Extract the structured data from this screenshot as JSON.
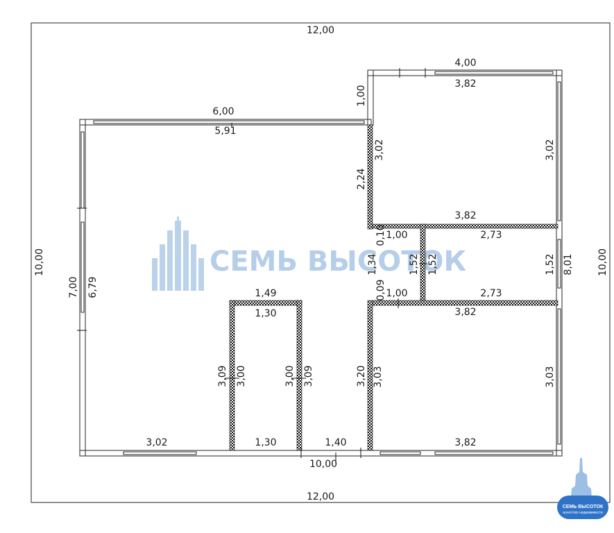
{
  "watermark": {
    "text": "СЕМЬ ВЫСОТОК",
    "color": "#7aa7d8"
  },
  "badge": {
    "text": "СЕМЬ ВЫСОТОК",
    "subtext": "агентство недвижимости",
    "color": "#2f73c8"
  },
  "dimensions": {
    "frame_top": "12,00",
    "frame_bottom": "12,00",
    "frame_left": "10,00",
    "frame_right": "10,00",
    "house_bottom": "10,00",
    "main_top_outer": "6,00",
    "main_top_inner": "5,91",
    "main_left_outer": "7,00",
    "main_left_inner": "6,79",
    "main_bottom_window": "3,02",
    "main_step_up": "1,00",
    "main_right_wall": "2,24",
    "main_right_lower": "3,20",
    "main_right_mid": "1,34",
    "bath_top_outer": "1,49",
    "bath_top_inner": "1,30",
    "bath_bottom": "1,30",
    "bath_left_outer": "3,09",
    "bath_left_inner": "3,00",
    "bath_right_inner": "3,00",
    "bath_right_outer": "3,09",
    "door_gap": "1,40",
    "room1_top_outer": "4,00",
    "room1_top_inner": "3,82",
    "room1_left": "3,02",
    "room1_right": "3,02",
    "room1_bottom": "3,82",
    "wall_010": "0,10",
    "corridor_top": "1,00",
    "corridor_left": "1,52",
    "wall_009": "0,09",
    "corridor_bottom": "1,00",
    "small_room_top": "2,73",
    "small_room_left": "1,52",
    "small_room_right": "1,52",
    "small_room_bottom": "2,73",
    "right_outer": "8,01",
    "room3_top": "3,82",
    "room3_left": "3,03",
    "room3_right": "3,03",
    "room3_bottom": "3,82"
  }
}
